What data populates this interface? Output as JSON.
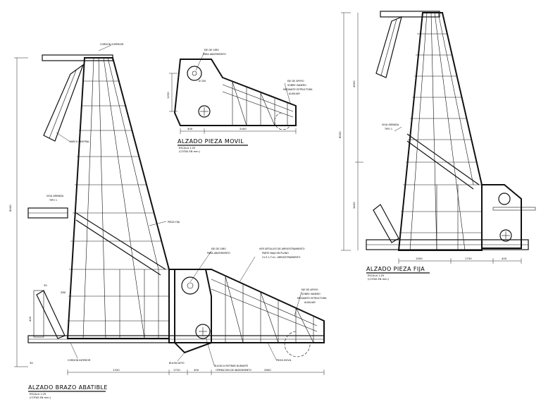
{
  "drawings": {
    "brazo": {
      "title": "ALZADO BRAZO ABATIBLE",
      "scale": "ESCALA 1:25",
      "units": "(COTAS EN mm.)",
      "labels": {
        "cordon_superior": "CORDON SUPERIOR",
        "marco_central": "MARCO CENTRAL",
        "viga_armada": "VIGA ARMADA",
        "viga_tipo": "TIPO 1",
        "pieza_fija": "PIEZA FIJA",
        "eje_giro": "EJE DE GIRO",
        "eje_giro_sub": "PARA ABATIMIENTO",
        "detalles_1": "VER DETALLES DE ARRIOSTRAMIENTO",
        "detalles_2": "PARTE BAJA EN PLANO",
        "detalles_3": "21.E.1.T.V.L. ARRIOSTRAMIENTO",
        "eje_apoyo": "EJE DE APOYO",
        "eje_apoyo_2": "SOBRE VANERO",
        "eje_apoyo_3": "MEDIANTE ESTRUCTURA",
        "eje_apoyo_4": "AUXILIAR",
        "cordon_inferior": "CORDON INFERIOR",
        "bulon_ayyo": "BULON AYYO",
        "bulon_retirar_1": "BULON A RETIRAR DURANTE",
        "bulon_retirar_2": "OPERACION DE ABATAMIENTO",
        "pieza_movil": "PIEZA MOVIL"
      },
      "dims": {
        "total_height": "8000",
        "d1": "1320",
        "d2": "1720",
        "d3": "400",
        "d4": "2800",
        "s1": "280",
        "s2": "400",
        "s3": "30",
        "s4": "30"
      }
    },
    "movil": {
      "title": "ALZADO PIEZA MOVIL",
      "scale": "ESCALA 1:25",
      "units": "(COTAS EN mm.)",
      "labels": {
        "eje_giro": "EJE DE GIRO",
        "eje_giro_sub": "PARA ABATIMIENTO",
        "eje_apoyo": "EJE DE APOYO",
        "eje_apoyo_2": "SOBRE VANERO",
        "eje_apoyo_3": "MEDIANTE ESTRUCTURA",
        "eje_apoyo_4": "AUXILIAR",
        "radius": "Ø 250"
      },
      "dims": {
        "height": "1250",
        "w1": "400",
        "w2": "2400"
      }
    },
    "fija": {
      "title": "ALZADO PIEZA FIJA",
      "scale": "ESCALA 1:25",
      "units": "(COTAS EN mm.)",
      "labels": {
        "viga_armada": "VIGA ARMADA",
        "viga_tipo": "TIPO 1"
      },
      "dims": {
        "total": "8000",
        "upper": "4500",
        "lower": "3400",
        "w1": "1500",
        "w2": "1750",
        "w3": "400"
      }
    }
  }
}
